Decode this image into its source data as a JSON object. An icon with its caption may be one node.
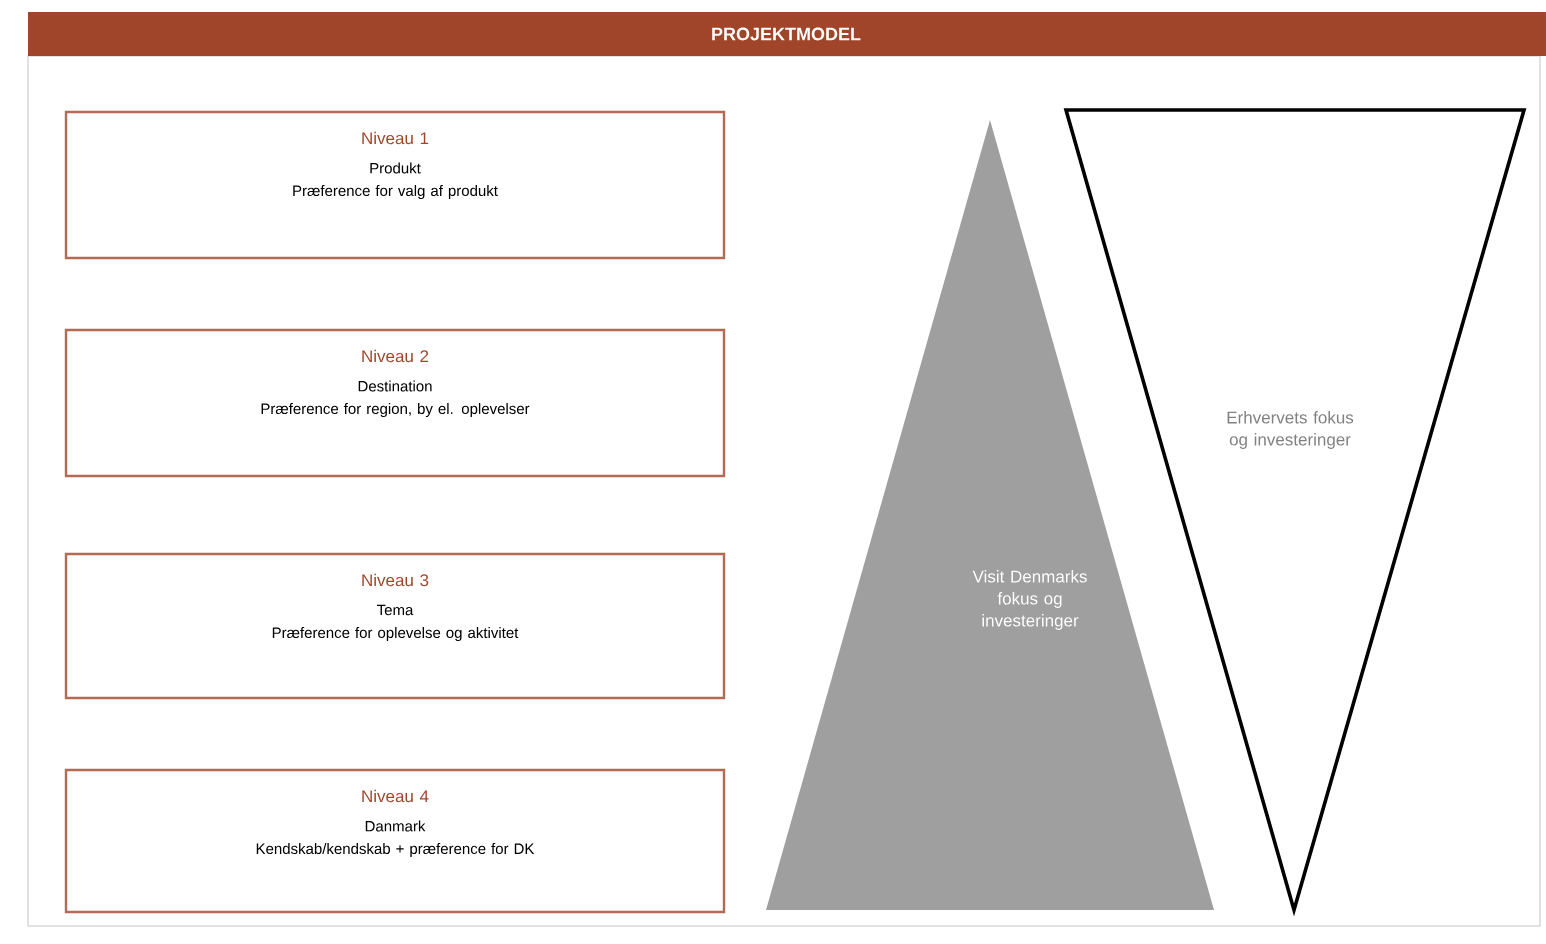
{
  "diagram": {
    "title": "PROJEKTMODEL",
    "nodes": [
      {
        "text": [
          "Niveau 1",
          "Produkt",
          "Præference for valg af produkt"
        ]
      },
      {
        "text": [
          "Niveau 2",
          "Destination",
          "Præference for region, by el. oplevelser"
        ]
      },
      {
        "text": [
          "Niveau 3",
          "Tema",
          "Præference for oplevelse og aktivitet"
        ]
      },
      {
        "text": [
          "Niveau 4",
          "Danmark",
          "Kendskab/kendskab + præference for DK"
        ]
      },
      {
        "text": [
          "Visit Denmarks fokus og investeringer"
        ]
      },
      {
        "text": [
          "Erhvervets fokus og investeringer"
        ]
      }
    ]
  }
}
